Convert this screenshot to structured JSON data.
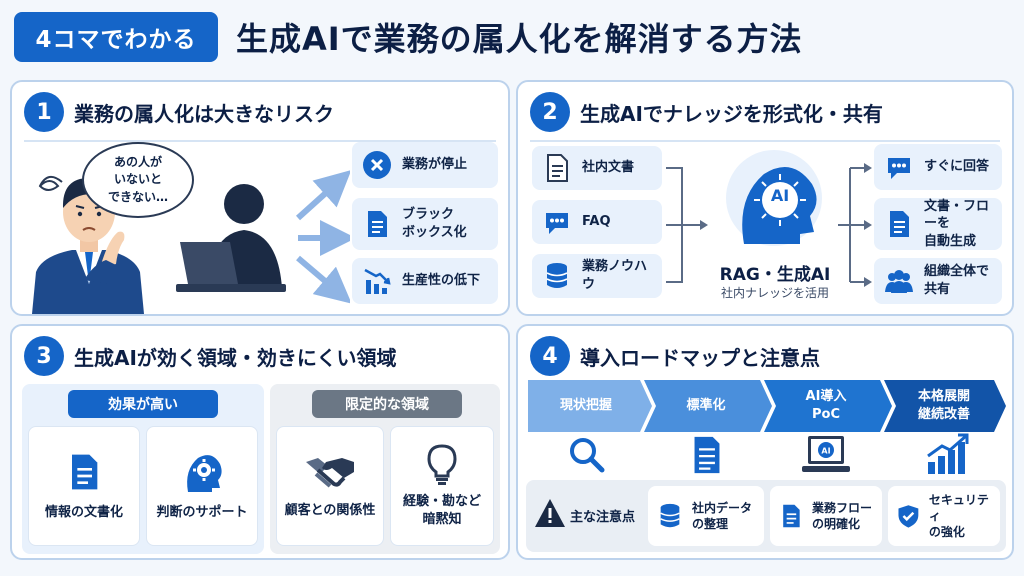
{
  "header": {
    "badge": "4コマでわかる",
    "title": "生成AIで業務の属人化を解消する方法"
  },
  "panel1": {
    "number": "1",
    "title": "業務の属人化は大きなリスク",
    "bubble": [
      "あの人が",
      "いないと",
      "できない…"
    ],
    "risks": [
      {
        "label": "業務が停止",
        "icon": "x-circle-icon"
      },
      {
        "label": "ブラック\nボックス化",
        "icon": "document-icon"
      },
      {
        "label": "生産性の低下",
        "icon": "chart-down-icon"
      }
    ]
  },
  "panel2": {
    "number": "2",
    "title": "生成AIでナレッジを形式化・共有",
    "sources": [
      {
        "label": "社内文書",
        "icon": "document-icon"
      },
      {
        "label": "FAQ",
        "icon": "chat-icon"
      },
      {
        "label": "業務ノウハウ",
        "icon": "database-icon"
      }
    ],
    "ai_badge": "AI",
    "center_title": "RAG・生成AI",
    "center_sub": "社内ナレッジを活用",
    "outputs": [
      {
        "label": "すぐに回答",
        "icon": "chat-icon"
      },
      {
        "label": "文書・フローを\n自動生成",
        "icon": "document-icon"
      },
      {
        "label": "組織全体で共有",
        "icon": "group-icon"
      }
    ]
  },
  "panel3": {
    "number": "3",
    "title": "生成AIが効く領域・効きにくい領域",
    "high": {
      "label": "効果が高い",
      "items": [
        {
          "label": "情報の文書化",
          "icon": "document-icon"
        },
        {
          "label": "判断のサポート",
          "icon": "head-gear-icon"
        }
      ]
    },
    "limited": {
      "label": "限定的な領域",
      "items": [
        {
          "label": "顧客との関係性",
          "icon": "handshake-icon"
        },
        {
          "label": "経験・勘など\n暗黙知",
          "icon": "lightbulb-icon"
        }
      ]
    }
  },
  "panel4": {
    "number": "4",
    "title": "導入ロードマップと注意点",
    "steps": [
      {
        "label": "現状把握",
        "icon": "magnifier-icon"
      },
      {
        "label": "標準化",
        "icon": "document-icon"
      },
      {
        "label": "AI導入\nPoC",
        "icon": "laptop-ai-icon"
      },
      {
        "label": "本格展開\n継続改善",
        "icon": "chart-up-icon"
      }
    ],
    "caution_label": "主な注意点",
    "cautions": [
      {
        "label": "社内データ\nの整理",
        "icon": "database-icon"
      },
      {
        "label": "業務フロー\nの明確化",
        "icon": "document-icon"
      },
      {
        "label": "セキュリティ\nの強化",
        "icon": "shield-icon"
      }
    ]
  },
  "colors": {
    "primary": "#1565c8",
    "dark": "#0c1f45",
    "light": "#e8f1fc",
    "gray": "#6b7785"
  }
}
